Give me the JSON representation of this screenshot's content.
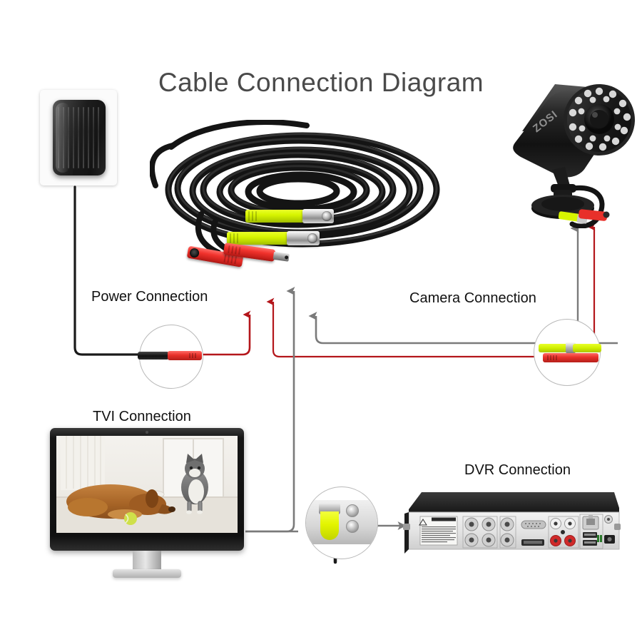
{
  "title": "Cable Connection Diagram",
  "labels": {
    "power": "Power Connection",
    "camera": "Camera Connection",
    "tvi": "TVI Connection",
    "dvr": "DVR Connection"
  },
  "colors": {
    "title_text": "#4a4a4a",
    "label_text": "#111111",
    "arrow_red": "#b4161b",
    "arrow_gray": "#7a7a7a",
    "wire_black": "#1a1a1a",
    "wire_red": "#b4161b",
    "wire_gray": "#7a7a7a",
    "connector_yellow": "#d7f500",
    "connector_red": "#e8302a",
    "connector_metal": "#c9c9c9",
    "camera_body": "#1b1b1b",
    "dvr_body": "#191919",
    "callout_ring": "#b9b9b9"
  },
  "components": {
    "power_adapter": {
      "name": "Power adapter in wall outlet",
      "plate_color": "#fbfbfb",
      "brick_color": "#1d1d1d"
    },
    "cable_coil": {
      "name": "Coiled BNC + DC power extension cable",
      "jacket_color": "#141414",
      "connectors": [
        "yellow-bnc-male",
        "yellow-bnc-male",
        "red-dc-female",
        "red-dc-male"
      ]
    },
    "bullet_camera": {
      "name": "ZOSI bullet CCTV camera",
      "brand": "ZOSI",
      "ir_led_count": 24,
      "pigtails": [
        "yellow-bnc-female",
        "red-dc-female"
      ]
    },
    "monitor": {
      "name": "Desktop monitor showing live view",
      "scene": "Golden retriever lying with tennis ball and gray cat standing in a bright room"
    },
    "dvr": {
      "name": "DVR rear panel",
      "ports": [
        "warning-label",
        "bnc-video-in-x4",
        "bnc-extra-x2",
        "vga",
        "hdmi",
        "rca-audio",
        "rj45-ethernet",
        "usb-x2",
        "dc-12v-in"
      ]
    }
  },
  "callouts": [
    {
      "id": "power-junction",
      "name": "Black adapter plug mated to red DC connector"
    },
    {
      "id": "camera-junction",
      "name": "Yellow BNC and red DC connectors mated to camera pigtail"
    },
    {
      "id": "dvr-bnc-junction",
      "name": "Yellow BNC plugged into DVR video input port"
    }
  ],
  "arrows": [
    {
      "id": "arrow-power-female",
      "color": "red",
      "points_to": "red-dc-female-on-cable"
    },
    {
      "id": "arrow-power-male",
      "color": "red",
      "points_to": "red-dc-male-on-cable"
    },
    {
      "id": "arrow-bnc-1",
      "color": "gray",
      "points_to": "yellow-bnc-lower-on-cable"
    },
    {
      "id": "arrow-bnc-2",
      "color": "gray",
      "points_to": "yellow-bnc-upper-on-cable"
    },
    {
      "id": "arrow-camera-video",
      "color": "gray",
      "points_to": "camera-bnc-pigtail"
    },
    {
      "id": "arrow-camera-power",
      "color": "red",
      "points_to": "camera-dc-pigtail"
    },
    {
      "id": "arrow-dvr",
      "color": "gray",
      "points_to": "dvr-rear-panel"
    }
  ]
}
